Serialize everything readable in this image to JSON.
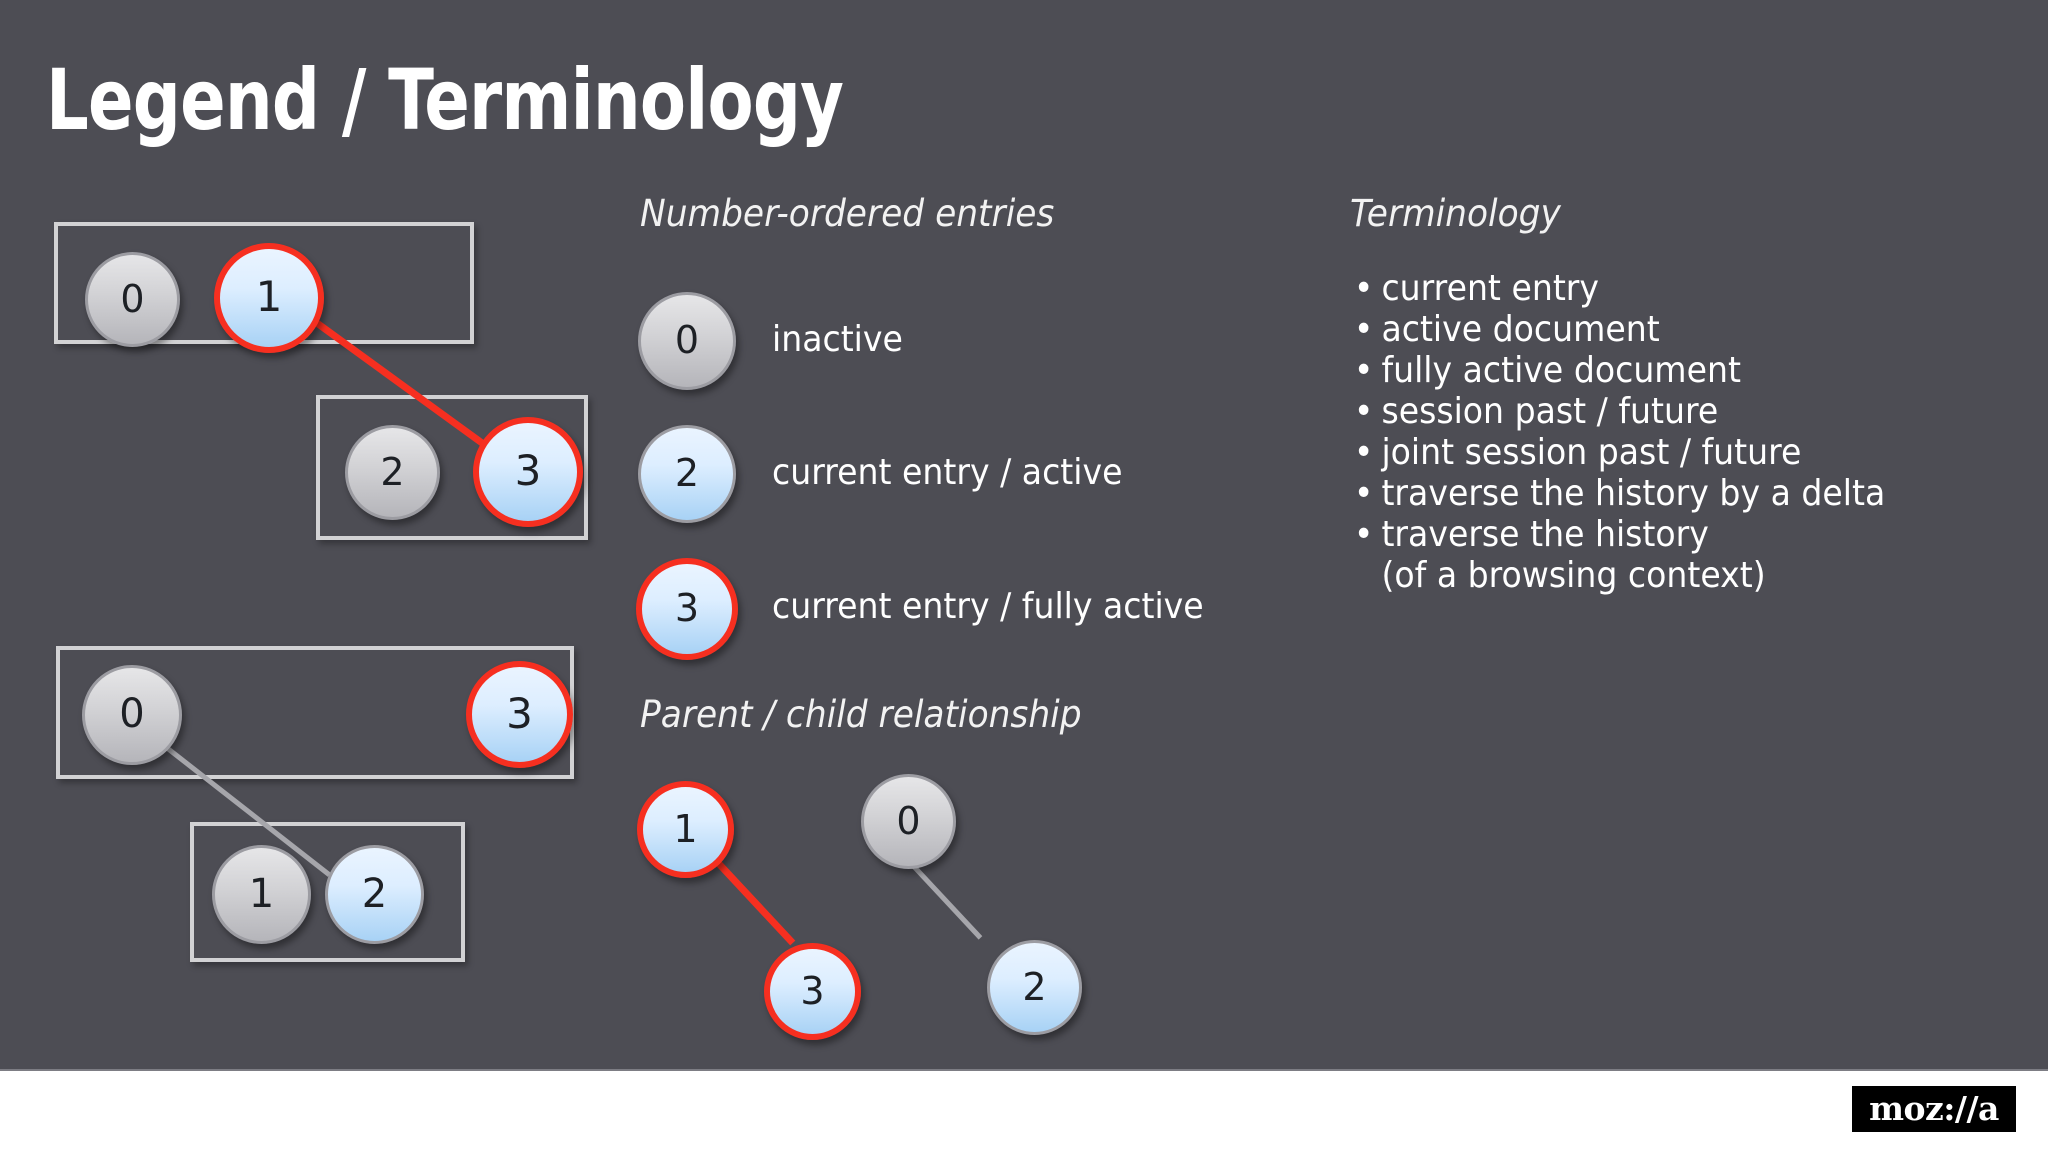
{
  "slide": {
    "title": "Legend / Terminology",
    "background_color": "#4d4d54",
    "footer_background_color": "#ffffff"
  },
  "colors": {
    "background": "#4d4d54",
    "active_outline_red": "#f62f20",
    "inactive_gray": "#d3d3d6",
    "active_blue": "#ddeeff",
    "box_border": "#d2d2d4",
    "text_white": "#ffffff"
  },
  "diagram_top": {
    "boxes": [
      {
        "label": "session-history-box-1",
        "nodes": [
          {
            "number": "0",
            "state": "inactive"
          },
          {
            "number": "1",
            "state": "current-entry-fully-active"
          }
        ]
      },
      {
        "label": "session-history-box-2",
        "nodes": [
          {
            "number": "2",
            "state": "inactive"
          },
          {
            "number": "3",
            "state": "current-entry-fully-active"
          }
        ]
      }
    ],
    "connector": {
      "from": "1",
      "to": "3",
      "color": "#f62f20"
    }
  },
  "diagram_bottom": {
    "boxes": [
      {
        "label": "session-history-box-3",
        "nodes": [
          {
            "number": "0",
            "state": "inactive"
          },
          {
            "number": "3",
            "state": "current-entry-fully-active"
          }
        ]
      },
      {
        "label": "session-history-box-4",
        "nodes": [
          {
            "number": "1",
            "state": "inactive"
          },
          {
            "number": "2",
            "state": "current-entry-active"
          }
        ]
      }
    ],
    "connector": {
      "from": "0",
      "to": "2",
      "color": "#a6a6ab"
    }
  },
  "number_ordered": {
    "heading": "Number-ordered entries",
    "items": [
      {
        "number": "0",
        "state": "inactive",
        "label": "inactive"
      },
      {
        "number": "2",
        "state": "current-entry-active",
        "label": "current entry / active"
      },
      {
        "number": "3",
        "state": "current-entry-fully-active",
        "label": "current entry / fully active"
      }
    ]
  },
  "parent_child": {
    "heading": "Parent / child relationship",
    "pairs": [
      {
        "parent": {
          "number": "1",
          "state": "current-entry-fully-active"
        },
        "child": {
          "number": "3",
          "state": "current-entry-fully-active"
        },
        "connector_color": "#f62f20"
      },
      {
        "parent": {
          "number": "0",
          "state": "inactive"
        },
        "child": {
          "number": "2",
          "state": "current-entry-active"
        },
        "connector_color": "#a6a6ab"
      }
    ]
  },
  "terminology": {
    "heading": "Terminology",
    "items": [
      "current entry",
      "active document",
      "fully active document",
      "session past / future",
      "joint session past / future",
      "traverse the history by a delta",
      "traverse the history\n(of a browsing context)"
    ]
  },
  "branding": {
    "wordmark": "moz://a"
  }
}
